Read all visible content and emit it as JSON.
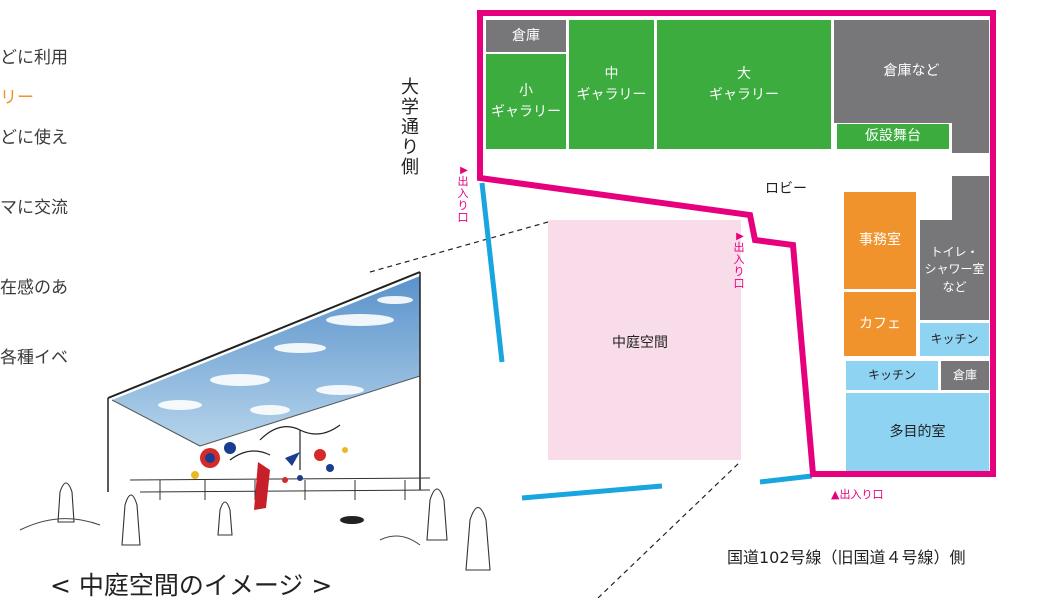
{
  "left_text": [
    "どに利用",
    "リー",
    "どに使え",
    "マに交流",
    "在感のあ",
    "各種イベ"
  ],
  "caption": "< 中庭空間のイメージ >",
  "street_side": "大学通り側",
  "route_label": "国道102号線（旧国道４号線）側",
  "entrance_label": "出入り口",
  "entrance_bottom": "▲出入り口",
  "rooms": {
    "storage_top": "倉庫",
    "small_gallery": [
      "小",
      "ギャラリー"
    ],
    "mid_gallery": [
      "中",
      "ギャラリー"
    ],
    "large_gallery": [
      "大",
      "ギャラリー"
    ],
    "storage_etc": "倉庫など",
    "temp_stage": "仮設舞台",
    "lobby": "ロビー",
    "office": "事務室",
    "toilet": [
      "トイレ・",
      "シャワー室",
      "など"
    ],
    "cafe": "カフェ",
    "kitchen1": "キッチン",
    "kitchen2": "キッチン",
    "storage_small": "倉庫",
    "multipurpose": "多目的室",
    "courtyard": "中庭空間"
  },
  "colors": {
    "outline": "#e6007e",
    "gallery": "#3bac3d",
    "storage": "#77777a",
    "office_cafe": "#f0932d",
    "kitchen": "#8fd3f2",
    "courtyard": "#f9dcea",
    "path": "#19a5e0",
    "accent_text": "#f0932d"
  }
}
